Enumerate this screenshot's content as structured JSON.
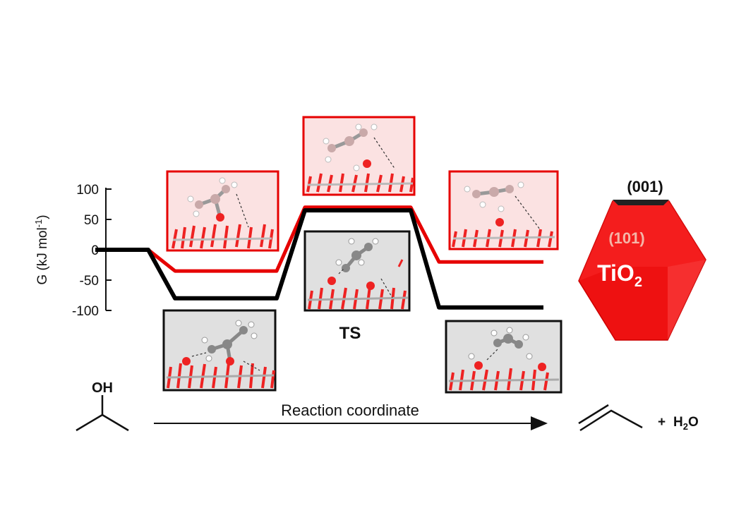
{
  "chart_data": {
    "type": "line",
    "title": "",
    "ylabel": "G (kJ mol",
    "ylabel_sup": "-1",
    "ylabel_close": ")",
    "yticks": [
      100,
      50,
      0,
      -50,
      -100
    ],
    "ylim": [
      -100,
      100
    ],
    "xlabel": "Reaction coordinate",
    "ts_label": "TS",
    "series": [
      {
        "color": "#e60000",
        "values": [
          0,
          -35,
          70,
          -20
        ]
      },
      {
        "color": "#000000",
        "values": [
          0,
          -80,
          65,
          -95
        ]
      }
    ]
  },
  "reactant": {
    "group": "OH"
  },
  "product": {
    "plus": "+",
    "water_main": "H",
    "water_sub": "2",
    "water_end": "O"
  },
  "crystal": {
    "facet_top": "(001)",
    "facet_side": "(101)",
    "formula_main": "TiO",
    "formula_sub": "2",
    "color": "#ee1111"
  },
  "colors": {
    "red_panel_fill": "#fbe2e2",
    "red_border": "#e60000",
    "gray_panel_fill": "#e0e0e0"
  }
}
